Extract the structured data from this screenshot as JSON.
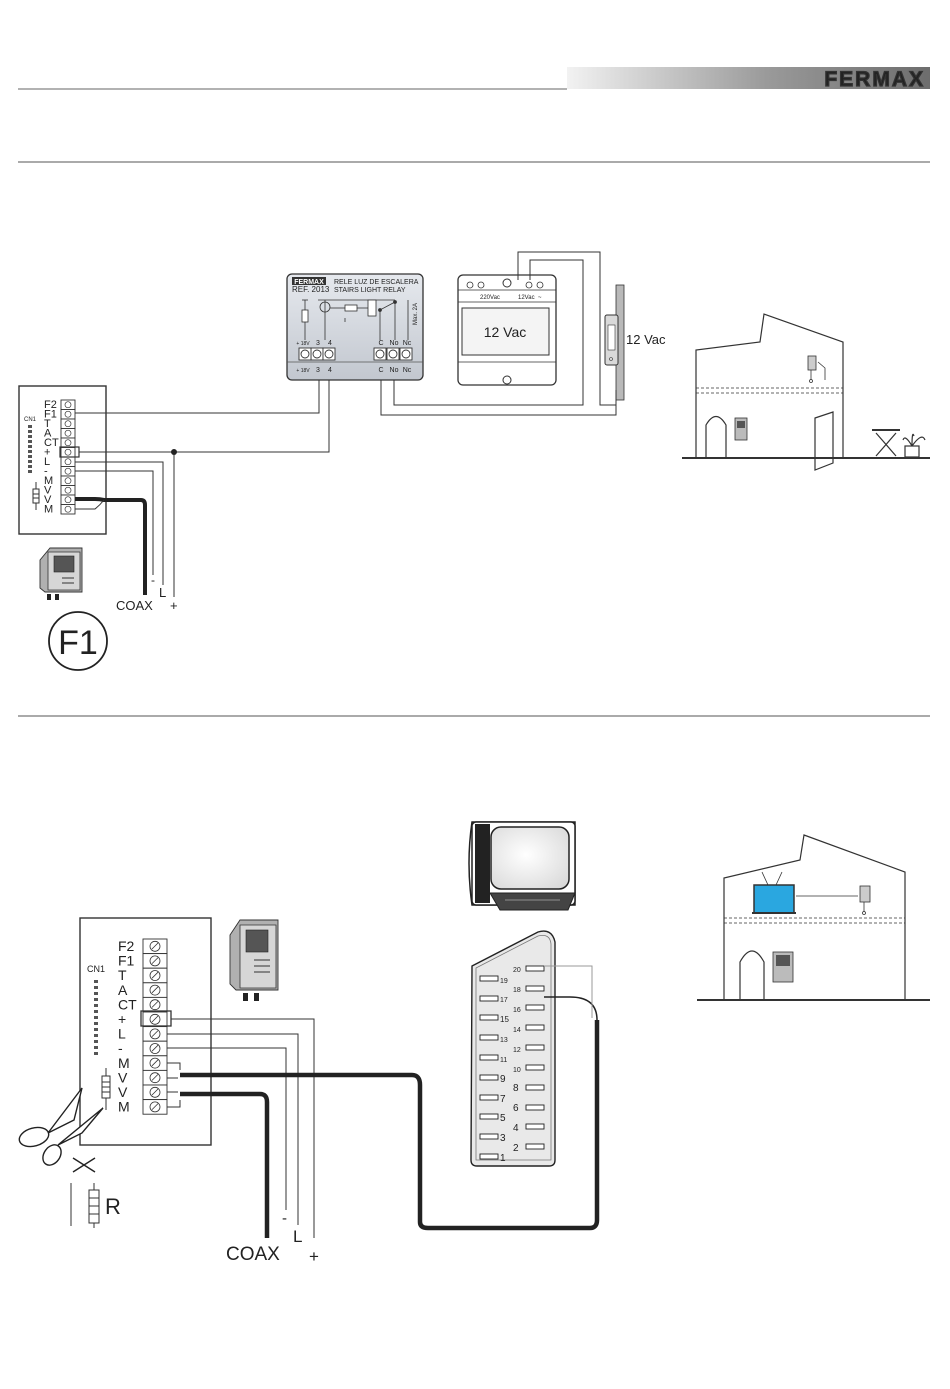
{
  "header": {
    "brand": "FERMAX",
    "brand_color": "#333333"
  },
  "diagram1": {
    "relay": {
      "brand": "FERMAX",
      "title_es": "RELE LUZ DE ESCALERA",
      "ref": "REF. 2013",
      "title_en": "STAIRS LIGHT RELAY",
      "max_label": "Max. 2A",
      "top_labels": [
        "+ 18V",
        "3",
        "4",
        "C",
        "No",
        "Nc"
      ],
      "bottom_labels": [
        "+ 18V",
        "3",
        "4",
        "C",
        "No",
        "Nc"
      ]
    },
    "power_supply": {
      "in_label": "220Vac",
      "out_label": "12Vac",
      "display": "12 Vac"
    },
    "lock_label": "12 Vac",
    "monitor_terminals": [
      "F2",
      "F1",
      "T",
      "A",
      "CT",
      "+",
      "L",
      "-",
      "M",
      "V",
      "V",
      "M"
    ],
    "cn_label": "CN1",
    "wire_labels": [
      "COAX",
      "-",
      "L",
      "+"
    ],
    "badge": "F1"
  },
  "diagram2": {
    "monitor_terminals": [
      "F2",
      "F1",
      "T",
      "A",
      "CT",
      "+",
      "L",
      "-",
      "M",
      "V",
      "V",
      "M"
    ],
    "cn_label": "CN1",
    "scart_pins_left": [
      "19",
      "17",
      "15",
      "13",
      "11",
      "9",
      "7",
      "5",
      "3",
      "1"
    ],
    "scart_pins_right": [
      "20",
      "18",
      "16",
      "14",
      "12",
      "10",
      "8",
      "6",
      "4",
      "2"
    ],
    "resistor_label": "R",
    "wire_labels": [
      "COAX",
      "-",
      "L",
      "+"
    ]
  }
}
